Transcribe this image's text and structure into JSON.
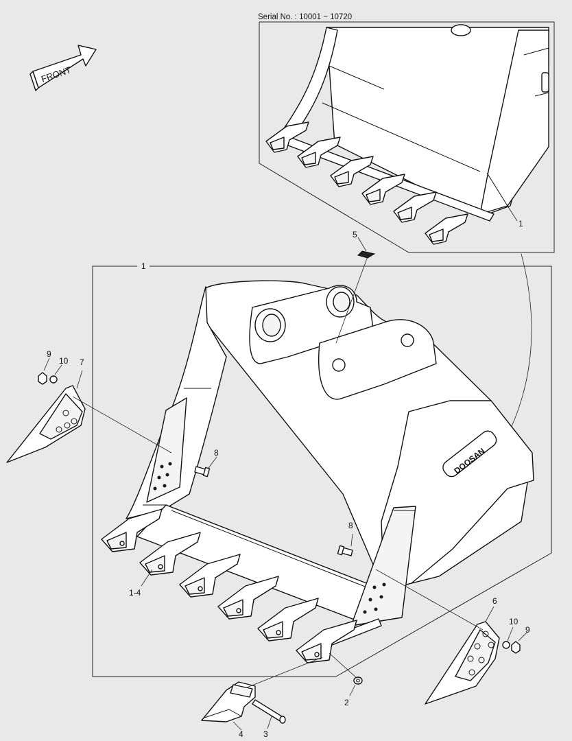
{
  "serial_label": "Serial No. : 10001 ~ 10720",
  "front_label": "FRONT",
  "brand_logo": "DOOSAN",
  "callouts": {
    "inset_bucket": "1",
    "main_bucket": "1",
    "tooth_adapter": "1-4",
    "pin_seal": "2",
    "pin": "3",
    "tooth_point": "4",
    "lifting_lug": "5",
    "side_cutter_right": "6",
    "side_cutter_left": "7",
    "bolt_left": "8",
    "bolt_right": "8",
    "nut_left": "9",
    "nut_right": "9",
    "washer_left": "10",
    "washer_right": "10"
  }
}
